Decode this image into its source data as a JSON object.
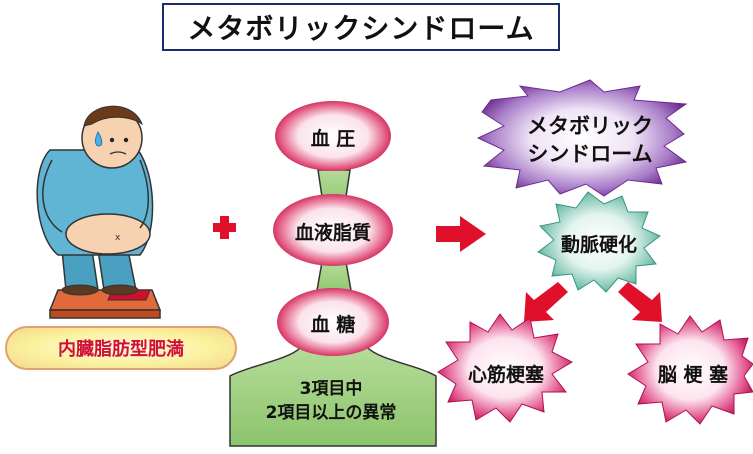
{
  "title": "メタボリックシンドローム",
  "left_label": "内臓脂肪型肥満",
  "plus_sign": "+",
  "factors": [
    "血 圧",
    "血液脂質",
    "血 糖"
  ],
  "criteria": [
    "3項目中",
    "2項目以上の異常"
  ],
  "result": {
    "line1": "メタボリック",
    "line2": "シンドローム"
  },
  "middle": "動脈硬化",
  "outcomes": [
    "心筋梗塞",
    "脳 梗 塞"
  ],
  "colors": {
    "arrow_red": "#e0102a",
    "title_border": "#1c2a6e",
    "base_green": "#9ccc7c",
    "burst_purple": "#8a4ca8",
    "burst_teal": "#5eb0a0",
    "burst_pink": "#c8205a"
  }
}
